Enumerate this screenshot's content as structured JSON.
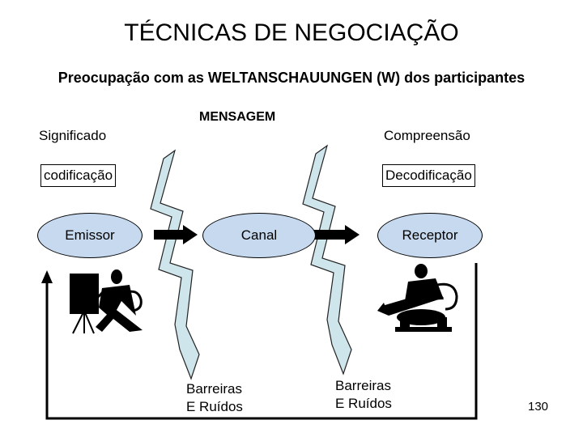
{
  "title": "TÉCNICAS DE NEGOCIAÇÃO",
  "subtitle": "Preocupação com as WELTANSCHAUUNGEN (W) dos participantes",
  "message_label": "MENSAGEM",
  "meaning_label": "Significado",
  "comprehension_label": "Compreensão",
  "encoding_label": "codificação",
  "decoding_label": "Decodificação",
  "sender": "Emissor",
  "channel": "Canal",
  "receiver": "Receptor",
  "barriers_left": {
    "line1": "Barreiras",
    "line2": "E Ruídos"
  },
  "barriers_right": {
    "line1": "Barreiras",
    "line2": "E Ruídos"
  },
  "page_number": "130",
  "colors": {
    "ellipse_fill": "#c6d9ef",
    "lightning_fill": "#cfe5ec"
  }
}
